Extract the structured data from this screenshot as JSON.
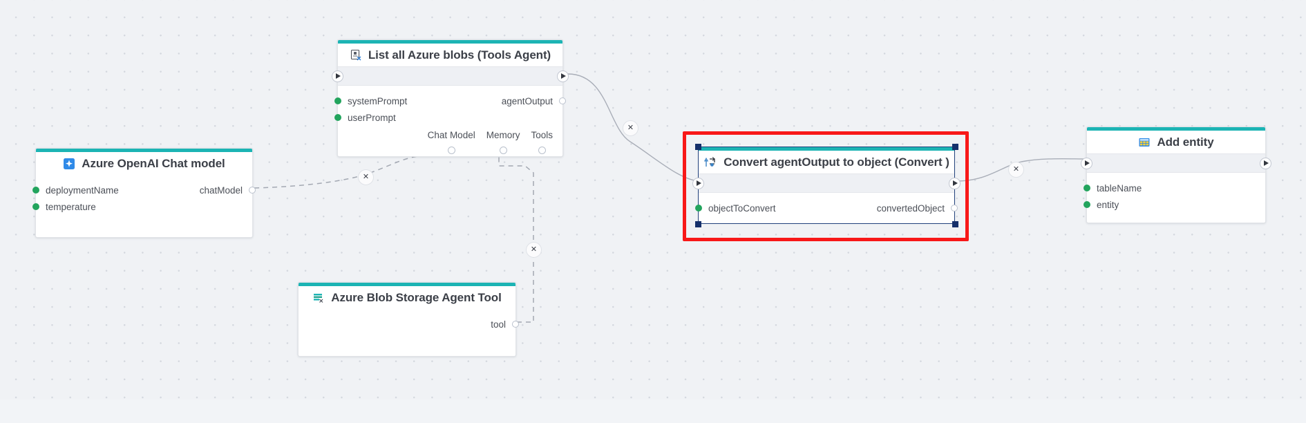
{
  "canvas": {
    "background_color": "#f0f2f5",
    "dot_color": "#d3d7de",
    "accent_color": "#1cb4b4",
    "selection_color": "#f81818",
    "input_dot_color": "#22a45d"
  },
  "nodes": [
    {
      "id": "chat-model",
      "title": "Azure OpenAI Chat model",
      "icon": "azure-openai-sparkle-icon",
      "inputs": [
        "deploymentName",
        "temperature"
      ],
      "outputs": [
        "chatModel"
      ],
      "has_exec_bar": false
    },
    {
      "id": "tools-agent",
      "title": "List all Azure blobs (Tools Agent)",
      "icon": "agent-script-icon",
      "inputs": [
        "systemPrompt",
        "userPrompt"
      ],
      "outputs": [
        "agentOutput"
      ],
      "bottom_ports": [
        "Chat Model",
        "Memory",
        "Tools"
      ],
      "has_exec_bar": true
    },
    {
      "id": "blob-tool",
      "title": "Azure Blob Storage Agent Tool",
      "icon": "blob-tool-icon",
      "inputs": [],
      "outputs": [
        "tool"
      ],
      "has_exec_bar": false
    },
    {
      "id": "convert",
      "title": "Convert agentOutput to object (Convert )",
      "icon": "convert-transform-icon",
      "inputs": [
        "objectToConvert"
      ],
      "outputs": [
        "convertedObject"
      ],
      "has_exec_bar": true,
      "selected": true
    },
    {
      "id": "add-entity",
      "title": "Add entity",
      "icon": "table-grid-icon",
      "inputs": [
        "tableName",
        "entity"
      ],
      "outputs": [],
      "has_exec_bar": true
    }
  ],
  "edge_buttons": [
    {
      "id": "edge-del-chatmodel",
      "label": "✕"
    },
    {
      "id": "edge-del-tools",
      "label": "✕"
    },
    {
      "id": "edge-del-agent-convert",
      "label": "✕"
    },
    {
      "id": "edge-del-convert-addentity",
      "label": "✕"
    }
  ]
}
